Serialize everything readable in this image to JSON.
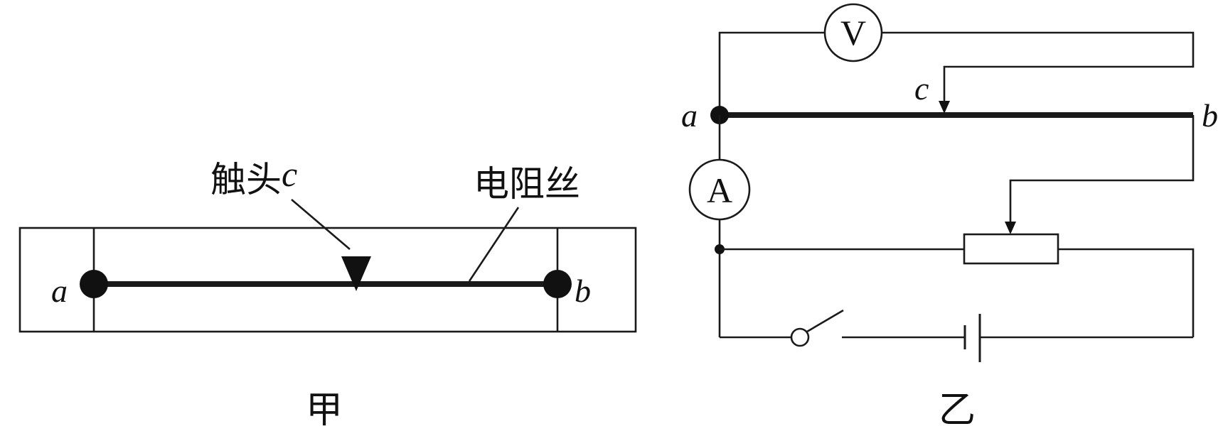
{
  "figure_left": {
    "caption": "甲",
    "label_a": "a",
    "label_b": "b",
    "label_contact": "触头",
    "label_contact_c": "c",
    "label_wire": "电阻丝"
  },
  "figure_right": {
    "caption": "乙",
    "label_a": "a",
    "label_b": "b",
    "label_c": "c",
    "voltmeter": "V",
    "ammeter": "A"
  },
  "colors": {
    "line": "#1a1a1a",
    "meter_fill": "#ececec",
    "rheostat_fill": "#e6e6e6"
  }
}
